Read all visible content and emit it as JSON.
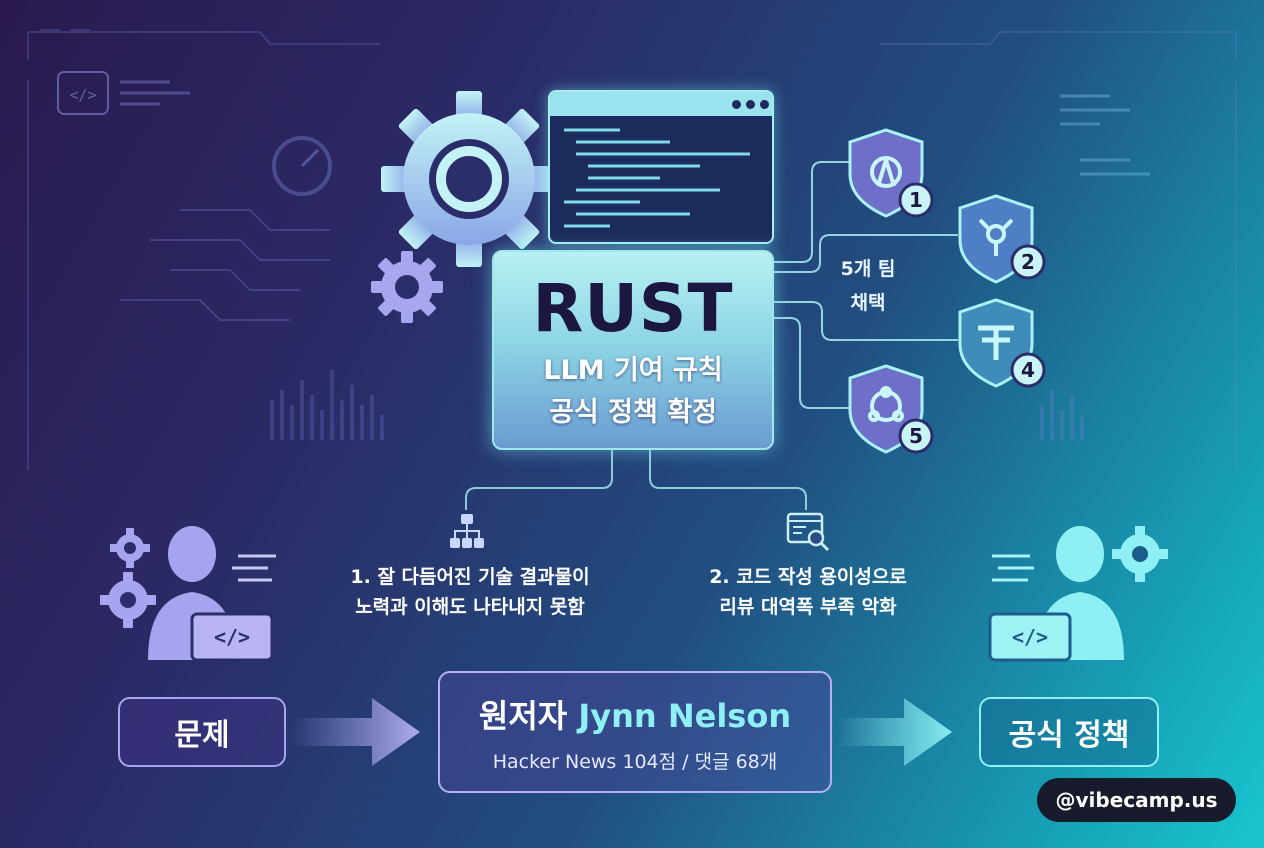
{
  "card": {
    "title": "RUST",
    "subtitle_line1": "LLM 기여 규칙",
    "subtitle_line2": "공식 정책 확정"
  },
  "teams": {
    "label_line1": "5개 팀",
    "label_line2": "채택",
    "badges": [
      "1",
      "2",
      "4",
      "5"
    ]
  },
  "reasons": [
    {
      "line1": "1. 잘 다듬어진 기술 결과물이",
      "line2": "노력과 이해도 나타내지 못함"
    },
    {
      "line1": "2. 코드 작성 용이성으로",
      "line2": "리뷰 대역폭 부족 악화"
    }
  ],
  "flow": {
    "left": "문제",
    "center_prefix": "원저자",
    "center_name": "Jynn Nelson",
    "center_stats": "Hacker News 104점 / 댓글 68개",
    "right": "공식 정책"
  },
  "code_symbol": "</>",
  "watermark": "@vibecamp.us",
  "colors": {
    "accent_cyan": "#8ef0f5",
    "accent_purple": "#a9a4f0",
    "shield_fill": "#6e6fc8",
    "shield_stroke": "#a9f2f3"
  }
}
